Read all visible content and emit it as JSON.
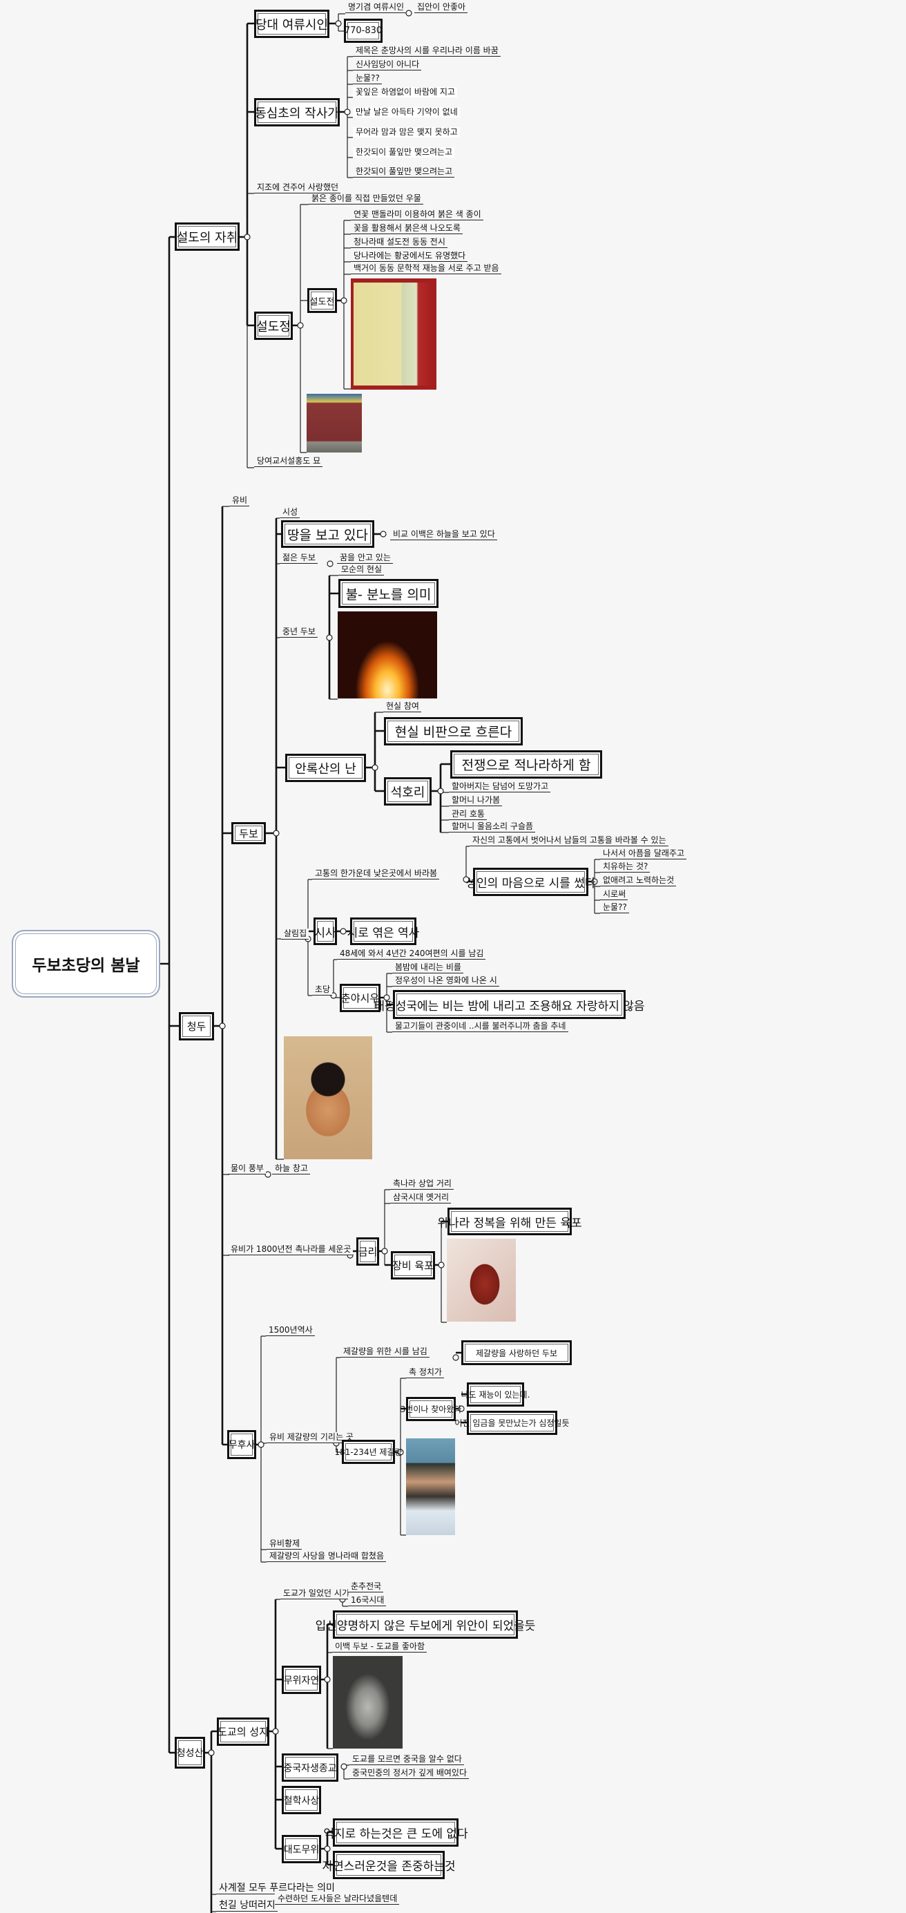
{
  "root": "두보초당의 봄날",
  "seoldo": {
    "title": "설도의 자취",
    "poet": {
      "title": "당대 여류시인",
      "note": "명기겸 여류시인",
      "note2": "집안이 안좋아",
      "years": "770-830"
    },
    "song": {
      "title": "동심초의 작사가",
      "lines": [
        "제목은 춘망사의 시를 우리나라 이름 바꿈",
        "신사임당이 아니다",
        "눈물??",
        "꽃잎은 하염없이 바람에 지고",
        "만날 날은 아득타 기약이 없네",
        "무어라 맘과 맘은 맺지 못하고",
        "한갓되이 풀잎만 맺으려는고",
        "한갓되이 풀잎만 맺으려는고"
      ]
    },
    "jijo": "지조에 견주어 사랑했던",
    "well": {
      "title": "설도정",
      "note": "붉은 종이를 직접 만들었던 우물",
      "paper": {
        "title": "설도전",
        "items": [
          "연꽃 맨돌라미 이용하여 붉은 색 종이",
          "꽃을 활용해서 붉은색 나오도록",
          "청나라때 설도전 동동 전시",
          "당나라에는 황궁에서도 유명했다",
          "백거이 동동 문학적 재능을 서로 주고 받음"
        ]
      }
    },
    "tomb": "당여교서설홍도 묘"
  },
  "chengdu": {
    "title": "청두",
    "liubei": "유비",
    "dubo": {
      "title": "두보",
      "siseong": "시성",
      "ground": {
        "title": "땅을 보고 있다",
        "note": "비교 이백은 하늘을 보고 있다"
      },
      "young": {
        "label": "젊은 두보",
        "note": "꿈을 안고 있는"
      },
      "middle": {
        "label": "중년 두보",
        "note": "모순의 현실",
        "fire": "불- 분노를 의미"
      },
      "anlushan": {
        "note": "현실 참여",
        "title": "안록산의 난",
        "critique": "현실 비판으로 흐른다",
        "shihao": {
          "title": "석호리",
          "war": "전쟁으로 적나라하게 함",
          "items": [
            "할아버지는 담넘어 도망가고",
            "할머니 나가봄",
            "관리 호통",
            "할머니 울음소리 구슬픔"
          ]
        }
      },
      "house": {
        "label": "살림집",
        "pain": {
          "label": "고통의 한가운데 낮은곳에서 바라봄",
          "note": "자신의 고통에서 벗어나서 남들의 고통을 바라볼 수 있는",
          "title": "성인의 마음으로 시를 썼다",
          "items": [
            "나서서 아픔을 달래주고",
            "치유하는 것?",
            "없애려고 노력하는것",
            "시로써",
            "눈물??"
          ]
        },
        "sisa": {
          "title": "시사",
          "note": "시로 엮은 역사"
        },
        "chodang": {
          "label": "초당",
          "note": "48세에 와서 4년간 240여편의 시를 남김",
          "poem": {
            "title": "춘야시우",
            "items": [
              "봄밤에 내리는 비를",
              "정우성이 나온 영화에 나온 시"
            ],
            "quote": "태평성국에는 비는 밤에 내리고 조용해요 자랑하지 않음",
            "last": "물고기들이 관중이네 ..시를 불러주니까 춤을 추네"
          }
        }
      }
    },
    "water": {
      "label": "물이 풍부",
      "note": "하늘 창고"
    },
    "jinli": {
      "label": "유비가 1800년전 촉나라를 세운곳",
      "title": "금리",
      "items": [
        "촉나라 상업 거리",
        "삼국시대 옛거리"
      ],
      "jerky": {
        "title": "장비 육포",
        "note": "위나라 정복을 위해 만든 육포"
      }
    },
    "wuhou": {
      "title": "무후사",
      "history": "1500년역사",
      "label": "유비 제갈량의 기리는 곳",
      "poem": {
        "label": "제갈량을 위한 시를 남김",
        "note": "제갈량을 사랑하던 두보"
      },
      "zhuge": {
        "title": "181-234년 제갈량",
        "note": "촉 정치가",
        "visit": "3번이나 찾아왔다",
        "items": [
          "나도 재능이 있는데.",
          "어진 임금을 못만났는가 심정일듯"
        ]
      },
      "end": [
        "유비황제",
        "제갈량의 사당을 명나라때 합쳤음"
      ]
    }
  },
  "qingcheng": {
    "title": "청성산",
    "taoism": {
      "title": "도교의 성지",
      "era": {
        "label": "도교가 일었던 시기",
        "items": [
          "춘추전국",
          "16국시대"
        ]
      },
      "wuwei": {
        "title": "무위자연",
        "comfort": "입신양명하지 않은 두보에게 위안이 되었을듯",
        "note": "이백 두보 - 도교를 좋아함"
      },
      "native": {
        "title": "중국자생종교",
        "items": [
          "도교를 모르면 중국을 알수 없다",
          "중국민중의 정서가 깊게 배여있다"
        ]
      },
      "philosophy": "철학사상",
      "dadao": {
        "title": "대도무위",
        "items": [
          "억지로 하는것은 큰 도에 없다",
          "자연스러운것을 존중하는것"
        ]
      }
    },
    "green": "사계절 모두 푸르다라는 의미",
    "cliff": {
      "label": "천길 낭떠러지",
      "note": "수련하던 도사들은 날라다녔을텐데"
    }
  }
}
